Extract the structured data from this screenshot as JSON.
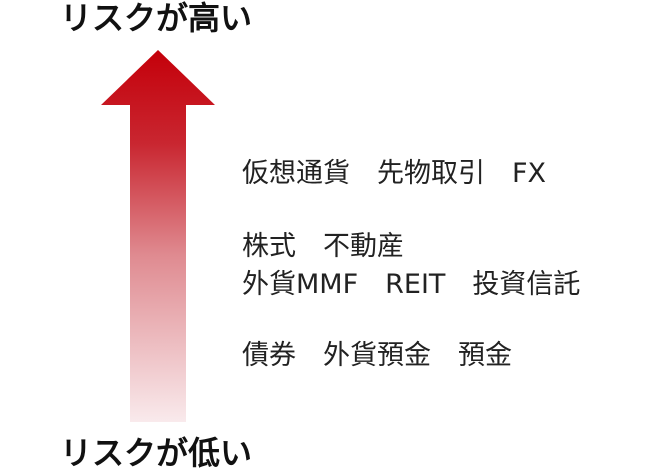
{
  "labels": {
    "high": "リスクが高い",
    "low": "リスクが低い"
  },
  "arrow": {
    "color_top": "#c4000a",
    "color_bottom": "#f9eaec"
  },
  "assets": [
    "仮想通貨　先物取引　FX",
    "株式　不動産",
    "外貨MMF　REIT　投資信託",
    "債券　外貨預金　預金"
  ]
}
